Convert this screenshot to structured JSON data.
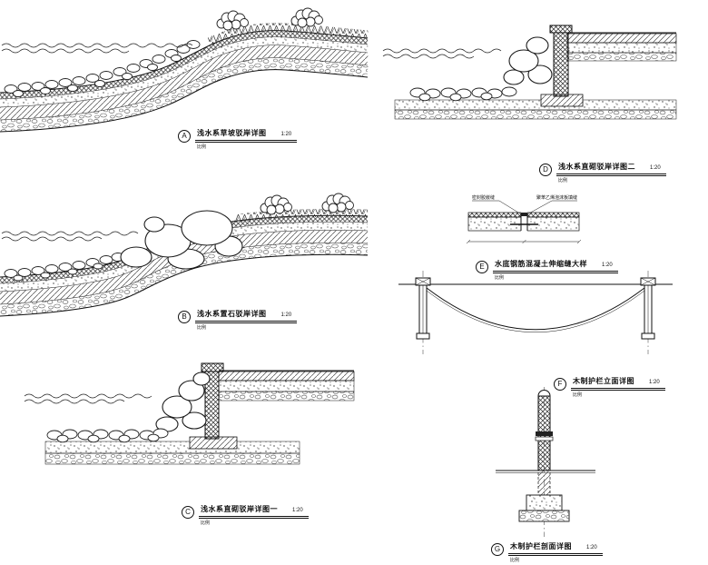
{
  "page": {
    "background": "#ffffff",
    "line_color": "#1a1a1a"
  },
  "drawings": [
    {
      "id": "A",
      "title": "浅水系草坡驳岸详图",
      "scale": "1:20",
      "scale_label": "比例"
    },
    {
      "id": "B",
      "title": "浅水系置石驳岸详图",
      "scale": "1:20",
      "scale_label": "比例"
    },
    {
      "id": "C",
      "title": "浅水系直砌驳岸详图一",
      "scale": "1:20",
      "scale_label": "比例"
    },
    {
      "id": "D",
      "title": "浅水系直砌驳岸详图二",
      "scale": "1:20",
      "scale_label": "比例"
    },
    {
      "id": "E",
      "title": "水底钢筋混凝土伸缩缝大样",
      "scale": "1:20",
      "scale_label": "比例"
    },
    {
      "id": "F",
      "title": "木制护栏立面详图",
      "scale": "1:20",
      "scale_label": "比例"
    },
    {
      "id": "G",
      "title": "木制护栏剖面详图",
      "scale": "1:20",
      "scale_label": "比例"
    }
  ],
  "annotations": {
    "joint_left_label": "密封胶嵌缝",
    "joint_right_label": "聚苯乙烯泡沫板填缝"
  }
}
